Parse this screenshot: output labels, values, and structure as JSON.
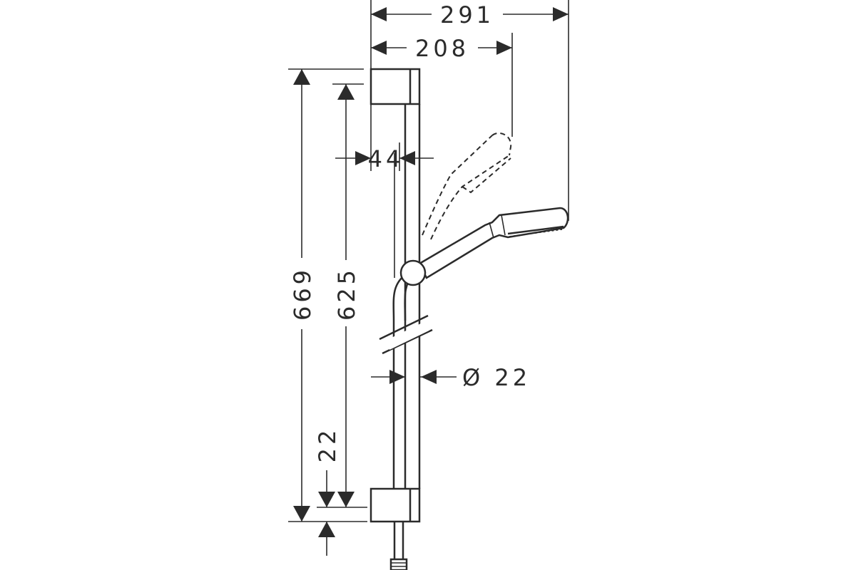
{
  "drawing": {
    "colors": {
      "line": "#2b2b2b",
      "background": "#ffffff"
    },
    "dimensions": {
      "overall_width": "291",
      "handshower_reach": "208",
      "bar_offset": "44",
      "overall_height": "669",
      "bar_length": "625",
      "diameter": "Ø 22",
      "bottom_offset": "22"
    }
  }
}
